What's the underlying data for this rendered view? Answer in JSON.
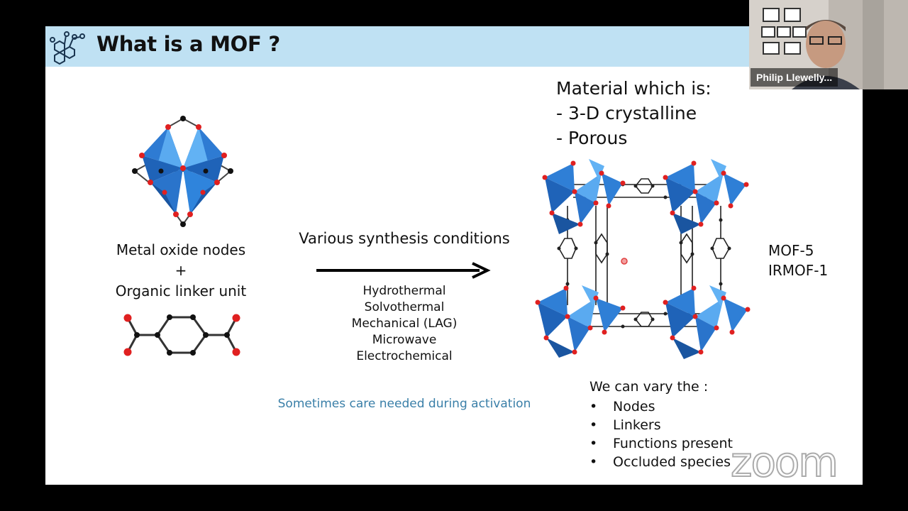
{
  "slide": {
    "title": "What is a MOF ?",
    "left": {
      "nodes_label": "Metal oxide nodes",
      "plus": "+",
      "linker_label": "Organic linker unit"
    },
    "middle": {
      "conditions_title": "Various synthesis conditions",
      "methods": [
        "Hydrothermal",
        "Solvothermal",
        "Mechanical (LAG)",
        "Microwave",
        "Electrochemical"
      ],
      "note": "Sometimes care needed during activation"
    },
    "right": {
      "material_lines": [
        "Material which is:",
        "- 3-D crystalline",
        "- Porous"
      ],
      "mof_names": [
        "MOF-5",
        "IRMOF-1"
      ],
      "vary_title": "We can vary the :",
      "vary_items": [
        "Nodes",
        "Linkers",
        "Functions present",
        "Occluded species"
      ]
    }
  },
  "video": {
    "participant_name": "Philip Llewelly..."
  },
  "watermark": "zoom",
  "colors": {
    "title_bar": "#bfe1f3",
    "tetra_blue": "#2f7fd6",
    "oxygen_red": "#e02020",
    "carbon_black": "#1a1a1a",
    "note_text": "#3a7fa8"
  }
}
